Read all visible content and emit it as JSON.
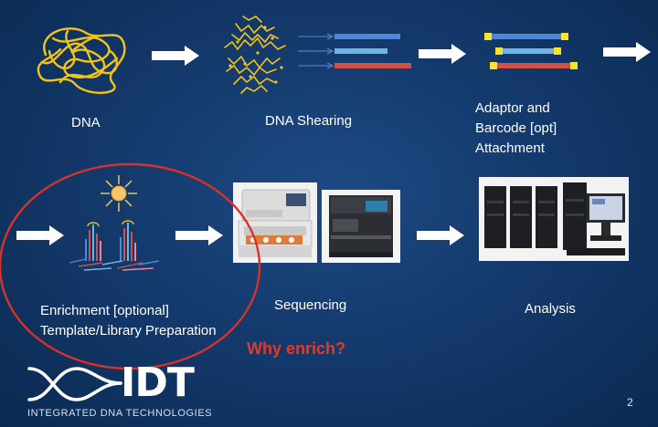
{
  "slide": {
    "steps": {
      "dna": "DNA",
      "shearing": "DNA Shearing",
      "adaptor": [
        "Adaptor and",
        "Barcode [opt]",
        "Attachment"
      ],
      "enrichment": [
        "Enrichment [optional]",
        "Template/Library Preparation"
      ],
      "sequencing": "Sequencing",
      "analysis": "Analysis"
    },
    "callout": "Why enrich?",
    "logo": {
      "wordmark": "IDT",
      "tagline": "INTEGRATED DNA TECHNOLOGIES"
    },
    "page_number": "2"
  }
}
